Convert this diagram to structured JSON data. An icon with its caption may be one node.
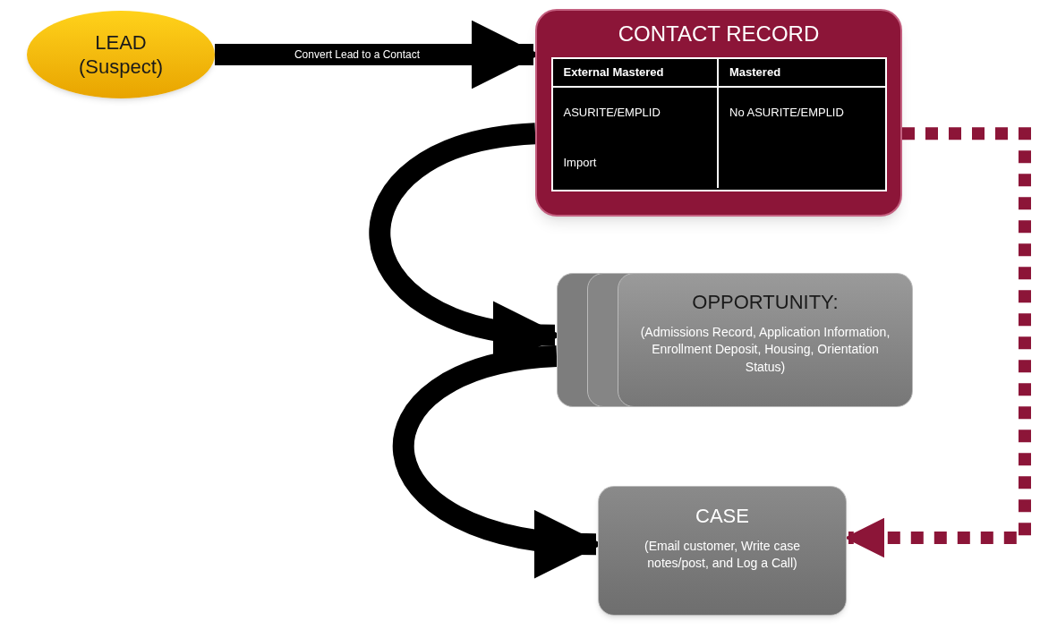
{
  "diagram": {
    "nodes": [
      {
        "text": [
          "LEAD (Suspect)"
        ]
      },
      {
        "text": [
          "CONTACT RECORD"
        ]
      },
      {
        "text": [
          "OPPORTUNITY:",
          "(Admissions Record, Application Information, Enrollment Deposit, Housing, Orientation Status)"
        ]
      },
      {
        "text": [
          "CASE",
          "(Email customer, Write case notes/post, and Log a Call)"
        ]
      }
    ],
    "edges": [
      {
        "from": 0,
        "to": 1,
        "arrow": "to",
        "label": "Convert Lead to a Contact"
      },
      {
        "from": 1,
        "to": 2,
        "arrow": "to"
      },
      {
        "from": 2,
        "to": 3,
        "arrow": "to"
      },
      {
        "from": 1,
        "to": 3,
        "arrow": "to",
        "style": "dashed",
        "color": "#8c1538"
      }
    ],
    "labels": [
      "External Mastered",
      "Mastered",
      "ASURITE/EMPLID",
      "No ASURITE/EMPLID",
      "Import"
    ]
  }
}
